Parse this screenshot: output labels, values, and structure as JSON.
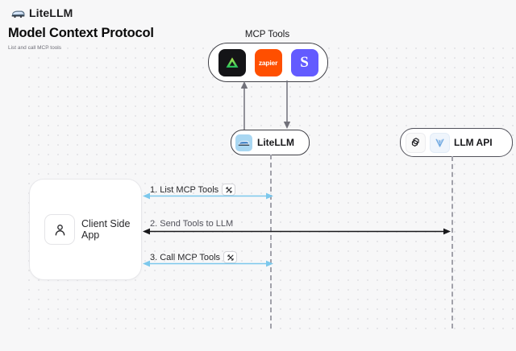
{
  "header": {
    "brand": "LiteLLM",
    "title": "Model Context Protocol",
    "subtitle": "List and call MCP tools"
  },
  "mcp_tools": {
    "label": "MCP Tools",
    "zapier_text": "zapier",
    "stripe_text": "S",
    "tool_icons": [
      "green-triangle-tool",
      "zapier",
      "stripe"
    ]
  },
  "nodes": {
    "litellm": {
      "label": "LiteLLM"
    },
    "llm_api": {
      "label": "LLM API"
    },
    "client": {
      "label": "Client Side App"
    }
  },
  "flows": [
    {
      "step": "1. List MCP Tools",
      "has_tool_icon": true,
      "color": "#7cc8ec"
    },
    {
      "step": "2. Send Tools to LLM",
      "has_tool_icon": false,
      "color": "#18181b"
    },
    {
      "step": "3. Call MCP Tools",
      "has_tool_icon": true,
      "color": "#7cc8ec"
    }
  ],
  "colors": {
    "background": "#f7f7f8",
    "blue_arrow": "#7cc8ec",
    "black_arrow": "#18181b",
    "zapier_orange": "#ff4f00",
    "stripe_indigo": "#635bff",
    "triangle_green": "#35c24a",
    "litellm_blue": "#a9d7f2",
    "dark_border": "#3f3f46",
    "light_border": "#e4e4e7"
  }
}
